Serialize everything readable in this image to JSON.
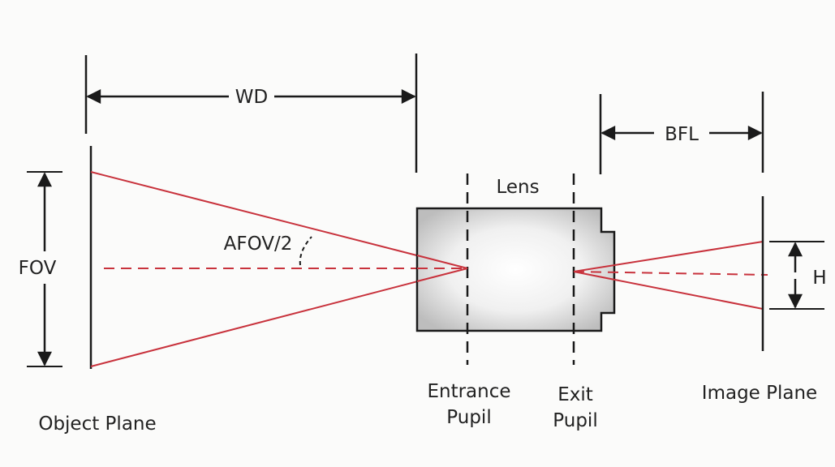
{
  "labels": {
    "wd": "WD",
    "bfl": "BFL",
    "fov": "FOV",
    "afov": "AFOV/2",
    "lens": "Lens",
    "h": "H",
    "object_plane": "Object Plane",
    "entrance_pupil_line1": "Entrance",
    "entrance_pupil_line2": "Pupil",
    "exit_pupil_line1": "Exit",
    "exit_pupil_line2": "Pupil",
    "image_plane": "Image Plane"
  },
  "colors": {
    "ray": "#c8323c",
    "line": "#1a1a1a",
    "lens_fill_dark": "#c9c9c9",
    "lens_fill_light": "#ffffff"
  }
}
